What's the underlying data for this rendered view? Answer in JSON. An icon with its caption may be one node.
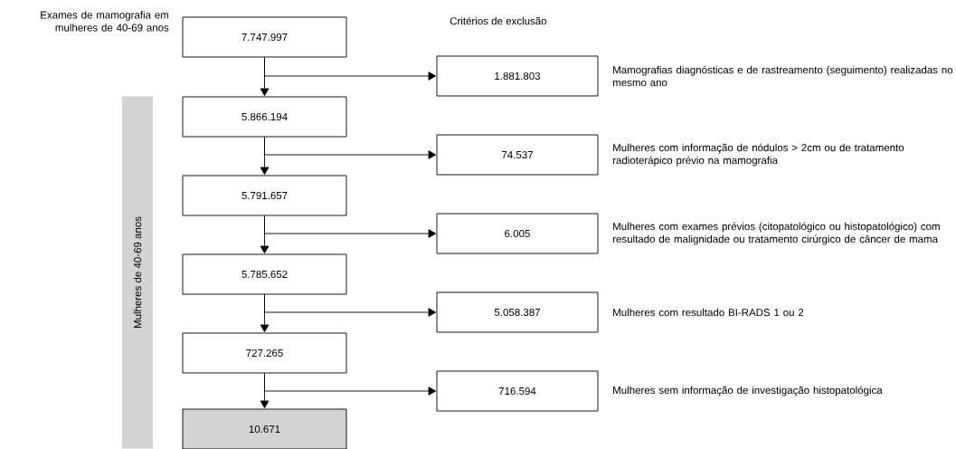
{
  "diagram": {
    "nodes": [
      {
        "text": [
          "7.747.997"
        ],
        "beside": [
          "Exames de mamografia em mulheres de 40-69 anos"
        ]
      },
      {
        "text": [
          "5.866.194"
        ]
      },
      {
        "text": [
          "5.791.657"
        ]
      },
      {
        "text": [
          "5.785.652"
        ]
      },
      {
        "text": [
          "727.265"
        ]
      },
      {
        "text": [
          "10.671"
        ]
      },
      {
        "text": [
          "1.881.803"
        ],
        "beside": [
          "Mamografias diagnósticas e de rastreamento (seguimento) realizadas no mesmo ano"
        ]
      },
      {
        "text": [
          "74.537"
        ],
        "beside": [
          "Mulheres com informação de nódulos > 2cm ou de tratamento radioterápico prévio na mamografia"
        ]
      },
      {
        "text": [
          "6.005"
        ],
        "beside": [
          "Mulheres com exames prévios (citopatológico ou histopatológico) com resultado de malignidade ou tratamento cirúrgico de câncer de mama"
        ]
      },
      {
        "text": [
          "5.058.387"
        ],
        "beside": [
          "Mulheres com resultado BI-RADS 1 ou 2"
        ]
      },
      {
        "text": [
          "716.594"
        ],
        "beside": [
          "Mulheres sem informação de investigação histopatológica"
        ]
      },
      {
        "text": [
          "Mulheres de 40-69 anos"
        ]
      }
    ],
    "edges": [
      {
        "from": 0,
        "to": 1,
        "arrow": "to"
      },
      {
        "from": 0,
        "to": 6,
        "arrow": "to"
      },
      {
        "from": 1,
        "to": 2,
        "arrow": "to"
      },
      {
        "from": 1,
        "to": 7,
        "arrow": "to"
      },
      {
        "from": 2,
        "to": 3,
        "arrow": "to"
      },
      {
        "from": 2,
        "to": 8,
        "arrow": "to"
      },
      {
        "from": 3,
        "to": 4,
        "arrow": "to"
      },
      {
        "from": 3,
        "to": 9,
        "arrow": "to"
      },
      {
        "from": 4,
        "to": 5,
        "arrow": "to"
      },
      {
        "from": 4,
        "to": 10,
        "arrow": "to"
      }
    ],
    "labels": [
      "Critérios de exclusão"
    ]
  }
}
